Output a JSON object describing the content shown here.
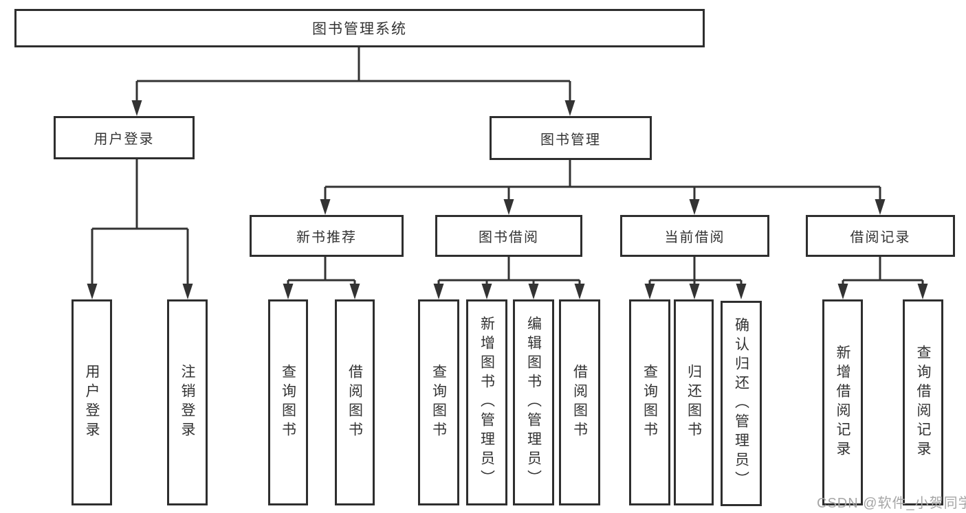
{
  "tree": {
    "root": "图书管理系统",
    "branches": [
      {
        "label": "用户登录",
        "leaves": [
          "用户登录",
          "注销登录"
        ]
      },
      {
        "label": "图书管理",
        "groups": [
          {
            "label": "新书推荐",
            "leaves": [
              "查询图书",
              "借阅图书"
            ]
          },
          {
            "label": "图书借阅",
            "leaves": [
              "查询图书",
              "新增图书（管理员）",
              "编辑图书（管理员）",
              "借阅图书"
            ]
          },
          {
            "label": "当前借阅",
            "leaves": [
              "查询图书",
              "归还图书",
              "确认归还（管理员）"
            ]
          },
          {
            "label": "借阅记录",
            "leaves": [
              "新增借阅记录",
              "查询借阅记录"
            ]
          }
        ]
      }
    ]
  },
  "watermark": {
    "text": "CSDN @软件_小贺同学"
  },
  "colors": {
    "line": "#333333",
    "border": "#2e2e2e",
    "text": "#333333",
    "watermark": "#a6a6a6",
    "background": "#ffffff"
  }
}
